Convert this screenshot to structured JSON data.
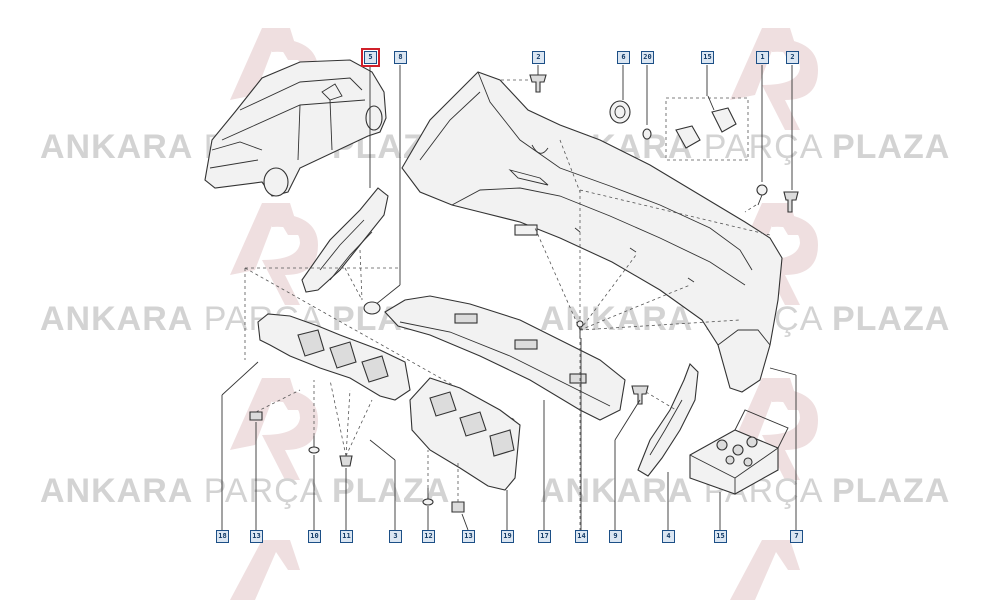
{
  "watermark": {
    "brand_bold_left": "ANKARA",
    "brand_light": "PARÇA",
    "brand_bold_right": "PLAZA",
    "color": "#d3d3d3",
    "logo_color": "#efdfe0"
  },
  "highlight_color": "#d0202a",
  "callout_color": "#1c4f86",
  "callouts": {
    "top": [
      "5",
      "8",
      "2",
      "6",
      "20",
      "15",
      "1",
      "2"
    ],
    "bottom": [
      "18",
      "13",
      "10",
      "11",
      "3",
      "12",
      "13",
      "19",
      "17",
      "14",
      "9",
      "4",
      "15",
      "7"
    ]
  },
  "highlighted_callout": "5"
}
